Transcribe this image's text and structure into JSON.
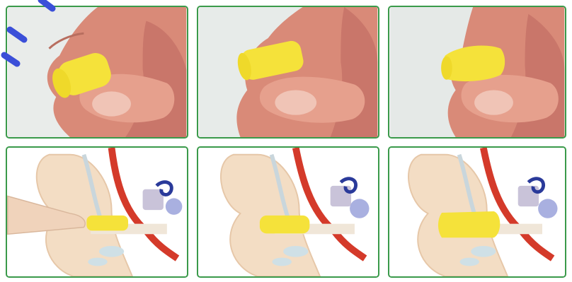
{
  "figure": {
    "steps": [
      {
        "photo": "roll-earplug",
        "diagram": "ear-canal-insertion-with-finger",
        "earplug_fill": 0.35
      },
      {
        "photo": "compressed-earplug",
        "diagram": "earplug-in-ear-canal",
        "earplug_fill": 0.6
      },
      {
        "photo": "expanding-earplug",
        "diagram": "earplug-expanded-in-canal",
        "earplug_fill": 1.0
      }
    ],
    "colors": {
      "frame": "#3a9a4a",
      "earplug": "#f5e23a",
      "skin": "#e8a48a",
      "ear_outline": "#f3ddc4",
      "blood_vessel": "#d43a2a",
      "cochlea": "#2a3a9a"
    },
    "icons": [
      "hand-photo-icon",
      "ear-cross-section-icon",
      "earplug-icon"
    ]
  }
}
